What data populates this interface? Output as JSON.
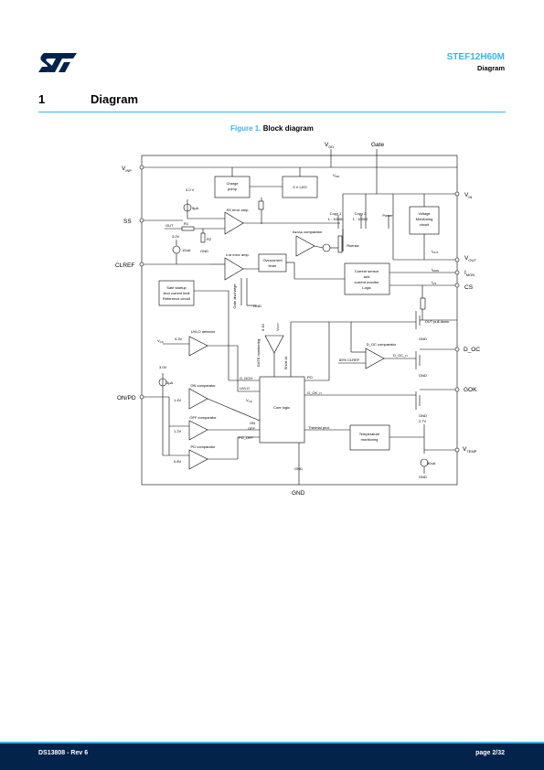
{
  "header": {
    "logo_icon": "st-logo",
    "doc_title": "STEF12H60M",
    "doc_subtitle": "Diagram"
  },
  "section": {
    "number": "1",
    "title": "Diagram"
  },
  "figure": {
    "number": "Figure 1.",
    "caption": "Block diagram"
  },
  "diagram": {
    "pins": {
      "vdd": "V",
      "vdd_sub": "DD",
      "gate": "Gate",
      "vin": "V",
      "vin_sub": "IN",
      "vinp": "V",
      "vinp_sub": "INP",
      "ss": "SS",
      "clref": "CLREF",
      "onpd": "ON/PD",
      "vout": "V",
      "vout_sub": "OUT",
      "imon": "I",
      "imon_sub": "MON",
      "cs": "CS",
      "d_oc": "D_OC",
      "gok": "GOK",
      "vtemp": "V",
      "vtemp_sub": "TEMP",
      "gnd_bottom": "GND"
    },
    "blocks": {
      "charge_pump": [
        "Charge",
        "pump"
      ],
      "ldo": "5 V LDO",
      "voltage_monitor": [
        "Voltage",
        "Monitoring",
        "circuit"
      ],
      "copy1": [
        "Copy 1",
        "1 : 10000"
      ],
      "copy2": [
        "Copy 2",
        "1 : 10000"
      ],
      "power": "Power",
      "ss_error_amp": "SS error amp.",
      "isense_comparator_pre": "I",
      "isense_comparator_sub": "SENSE",
      "isense_comparator_post": "comparator",
      "ilim_error_amp_pre": "I",
      "ilim_error_amp_sub": "LIM",
      "ilim_error_amp_post": "error amp.",
      "overcurrent_timer": [
        "Overcurrent",
        "timer"
      ],
      "rsense": "Rsense",
      "current_sensor": [
        "Current sensor",
        "and",
        "current monitor",
        "Logic"
      ],
      "safe_startup": [
        "Safe startup",
        "And current limit",
        "Reference circuit"
      ],
      "gate_discharge": "Gate discharge",
      "uvlo_detector": "UVLO detector",
      "gate_monitoring": "GATE monitoring",
      "short_circuit": "Short ck",
      "core_logic": "Core logic",
      "on_comparator": "ON comparator",
      "off_comparator": "OFF comparator",
      "pd_comparator": "PD comparator",
      "d_oc_comparator": "D_OC comparator",
      "temperature_monitoring": [
        "Temperature",
        "monitoring"
      ],
      "out_pulldown": "OUT pull-down"
    },
    "labels": {
      "v30_a": "3.0 V",
      "v30_b": "3.0V",
      "v30_c": "3.0V",
      "i5ua": "5μA",
      "i10ua": "10uA",
      "i5ua_b": "5μA",
      "i50ua": "50uA",
      "r1": "R1",
      "r2": "R2",
      "out": "OUT",
      "gnd": "GND",
      "vcc": "V",
      "vcc_sub": "CC",
      "v43": "4.3V",
      "v14": "1.4V",
      "v12": "1.2V",
      "v08": "0.8V",
      "v64": "6.4V",
      "vout_ref": "V",
      "vout_ref_sub": "OUT",
      "g_dch": "G_DCH",
      "uvlo": "UVLO",
      "po": "PO",
      "g_ok_n": "G_OK_n",
      "d_oc_n": "D_OC_n",
      "on": "ON",
      "off": "OFF",
      "pd_off": "PD_OFF",
      "thermal_prot": "Thermal prot.",
      "clref_80": "80% CLREF",
      "v27": "2.7V",
      "vcc_core": "V",
      "vcc_core_sub": "CC",
      "vdd_ldo": "V",
      "vdd_ldo_sub": "DD",
      "iout": "I",
      "iout_sub": "OUT",
      "imon_small": "I",
      "imon_small_sub": "MON",
      "ics": "I",
      "ics_sub": "CS"
    }
  },
  "footer": {
    "doc_rev": "DS13808 - Rev 6",
    "page": "page 2/32"
  },
  "colors": {
    "accent": "#3cb4e5",
    "footer_band": "#03234b"
  }
}
